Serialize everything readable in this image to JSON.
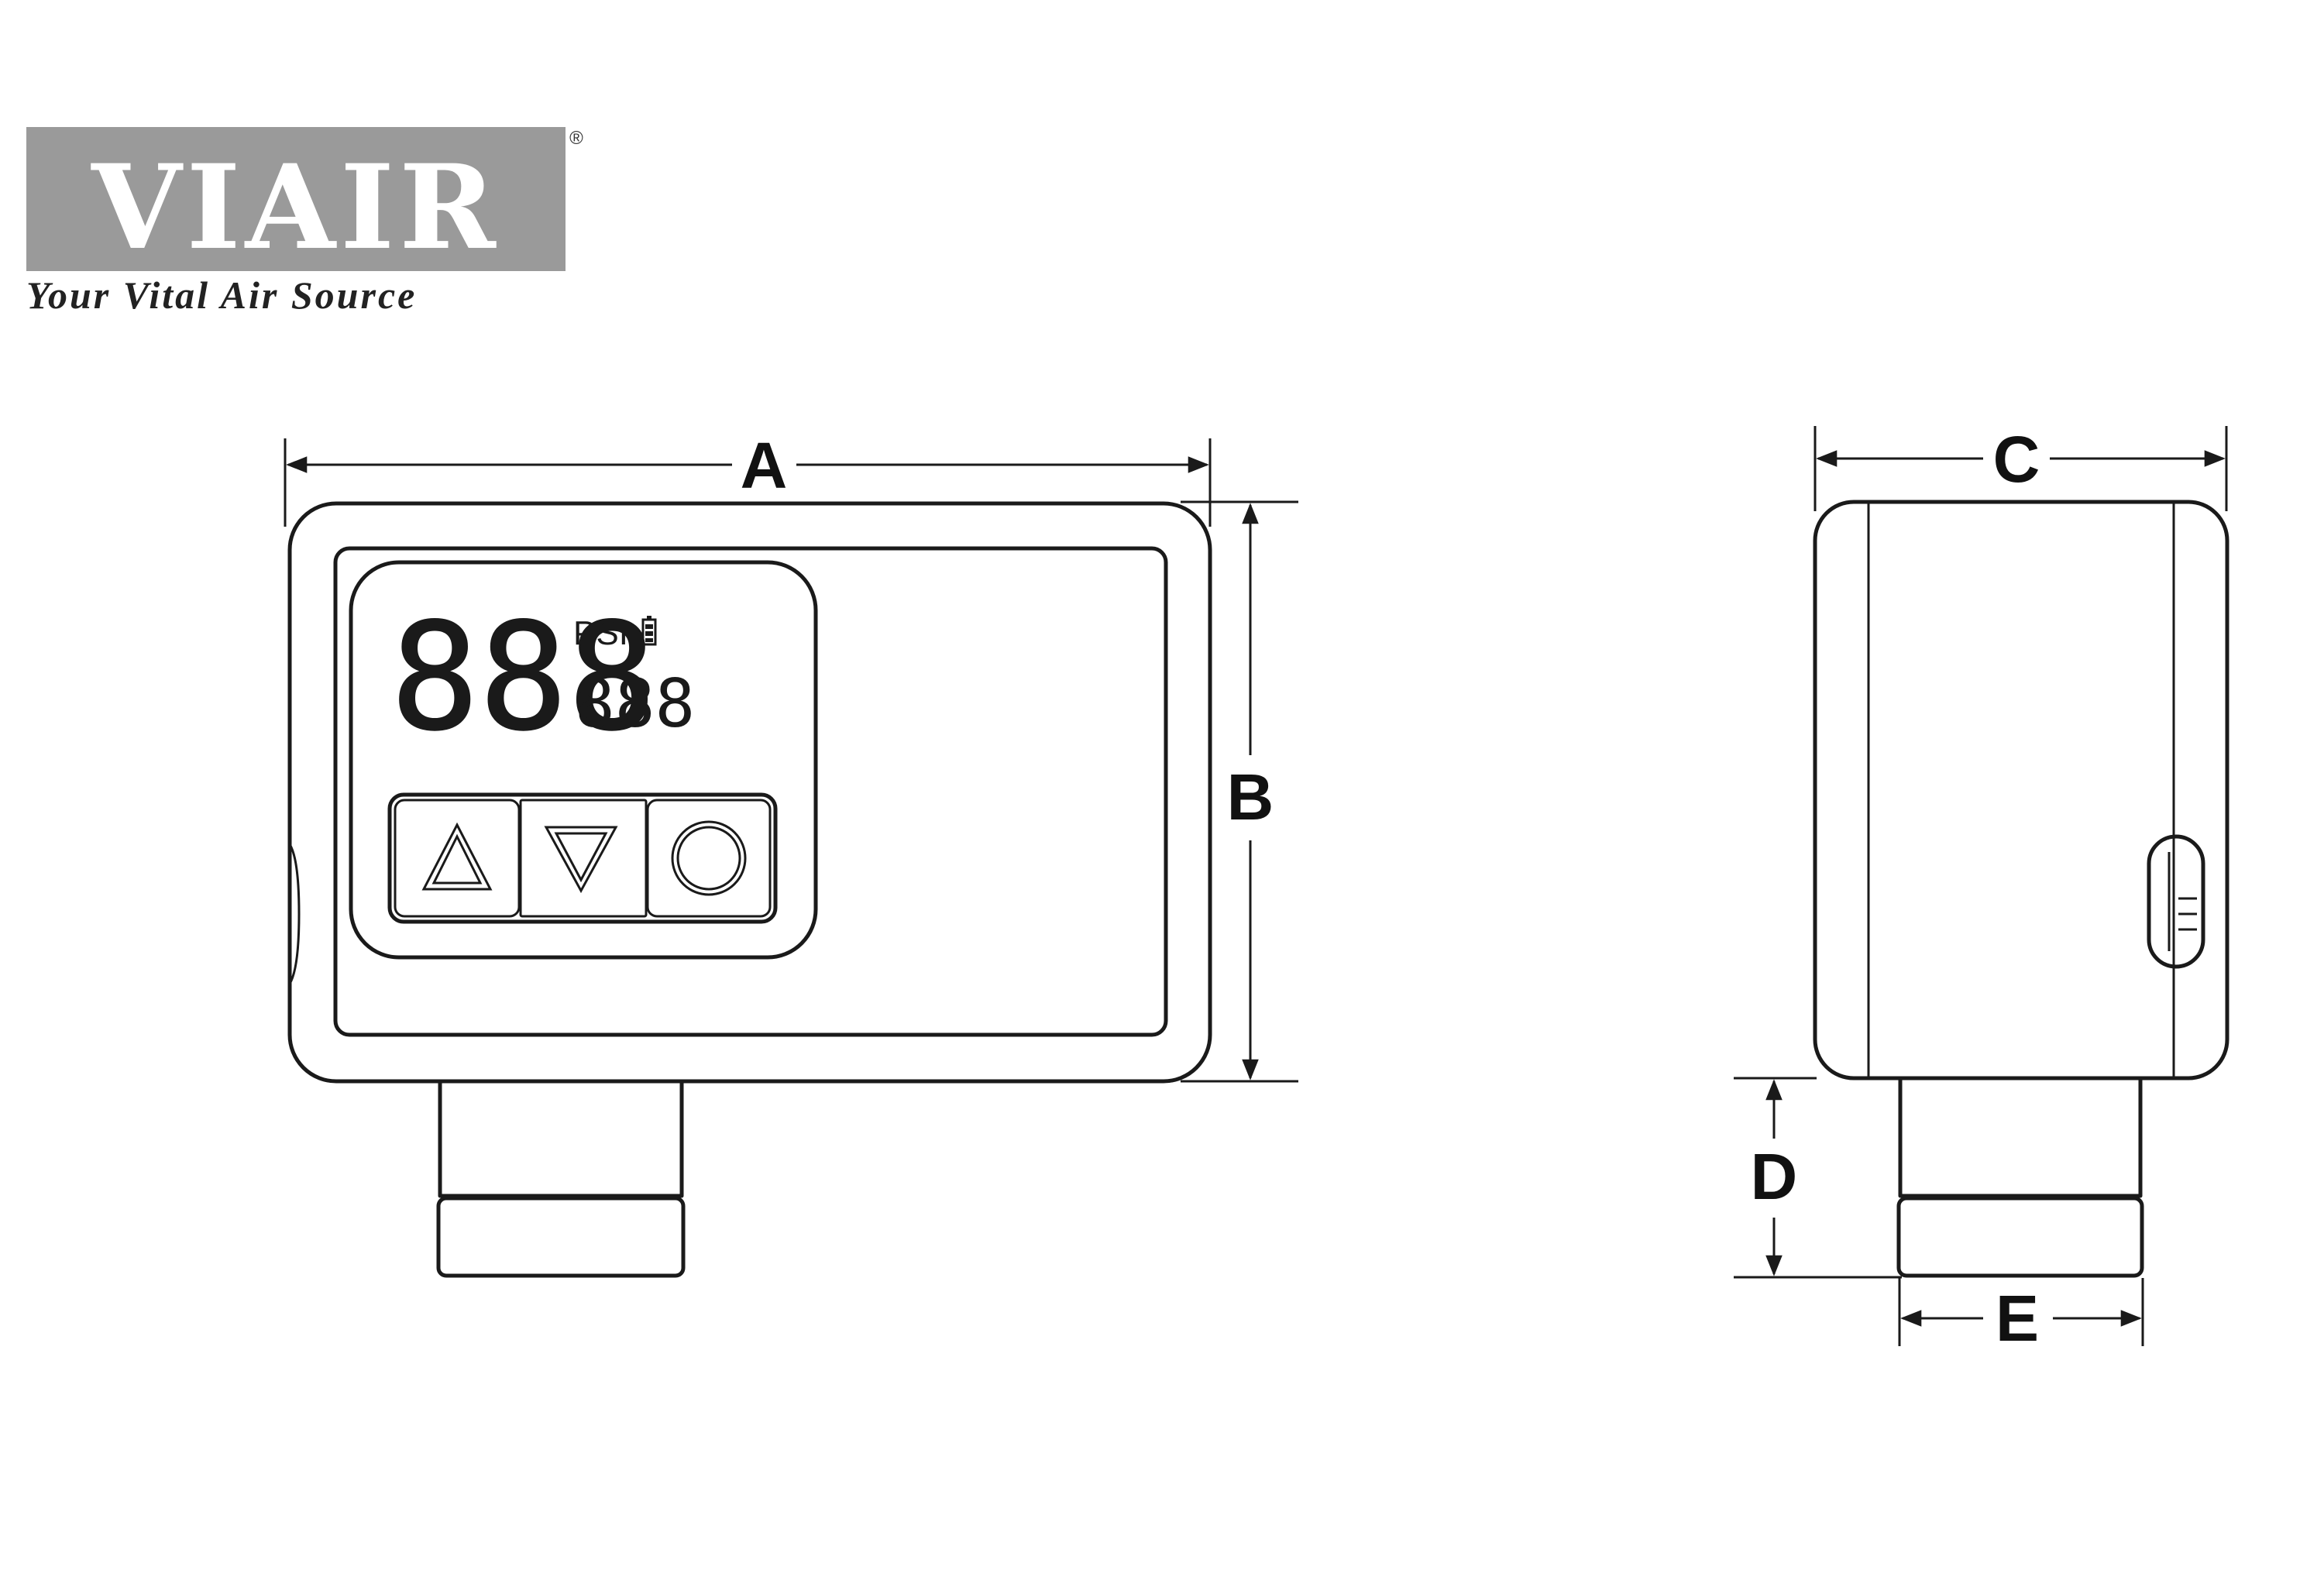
{
  "logo": {
    "brand": "VIAIR",
    "registered_mark": "®",
    "tagline": "Your Vital Air Source",
    "colors": {
      "box": "#9a9a9a",
      "letters": "#ffffff"
    }
  },
  "display": {
    "main_digits": "888",
    "unit": "PSI",
    "secondary_digits": "888"
  },
  "buttons": [
    {
      "symbol": "up-triangle"
    },
    {
      "symbol": "down-triangle"
    },
    {
      "symbol": "circle"
    }
  ],
  "dimensions": {
    "A": "A",
    "B": "B",
    "C": "C",
    "D": "D",
    "E": "E"
  }
}
